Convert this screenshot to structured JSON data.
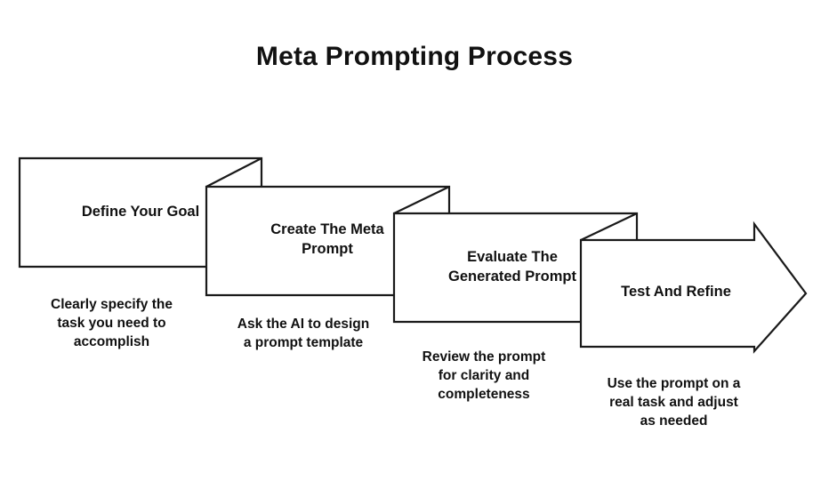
{
  "diagram": {
    "title": "Meta Prompting Process",
    "type": "chevron-process-flow",
    "background_color": "#ffffff",
    "stroke_color": "#1a1a1a",
    "fill_color": "#ffffff",
    "text_color": "#111111",
    "steps": [
      {
        "index": 1,
        "label": "Define Your Goal",
        "label_lines": [
          "Define Your Goal"
        ],
        "caption": "Clearly specify the task you need to accomplish",
        "caption_lines": [
          "Clearly specify the",
          "task you need to",
          "accomplish"
        ],
        "shape": "folded-rectangle"
      },
      {
        "index": 2,
        "label": "Create The Meta Prompt",
        "label_lines": [
          "Create The Meta",
          "Prompt"
        ],
        "caption": "Ask the AI to design a prompt template",
        "caption_lines": [
          "Ask the AI to design",
          "a prompt template"
        ],
        "shape": "folded-rectangle"
      },
      {
        "index": 3,
        "label": "Evaluate The Generated Prompt",
        "label_lines": [
          "Evaluate The",
          "Generated Prompt"
        ],
        "caption": "Review the prompt for clarity and completeness",
        "caption_lines": [
          "Review the prompt",
          "for clarity and",
          "completeness"
        ],
        "shape": "folded-rectangle"
      },
      {
        "index": 4,
        "label": "Test And Refine",
        "label_lines": [
          "Test And Refine"
        ],
        "caption": "Use the prompt on a real task and adjust as needed",
        "caption_lines": [
          "Use the prompt on a",
          "real task and adjust",
          "as needed"
        ],
        "shape": "arrow-right"
      }
    ]
  }
}
